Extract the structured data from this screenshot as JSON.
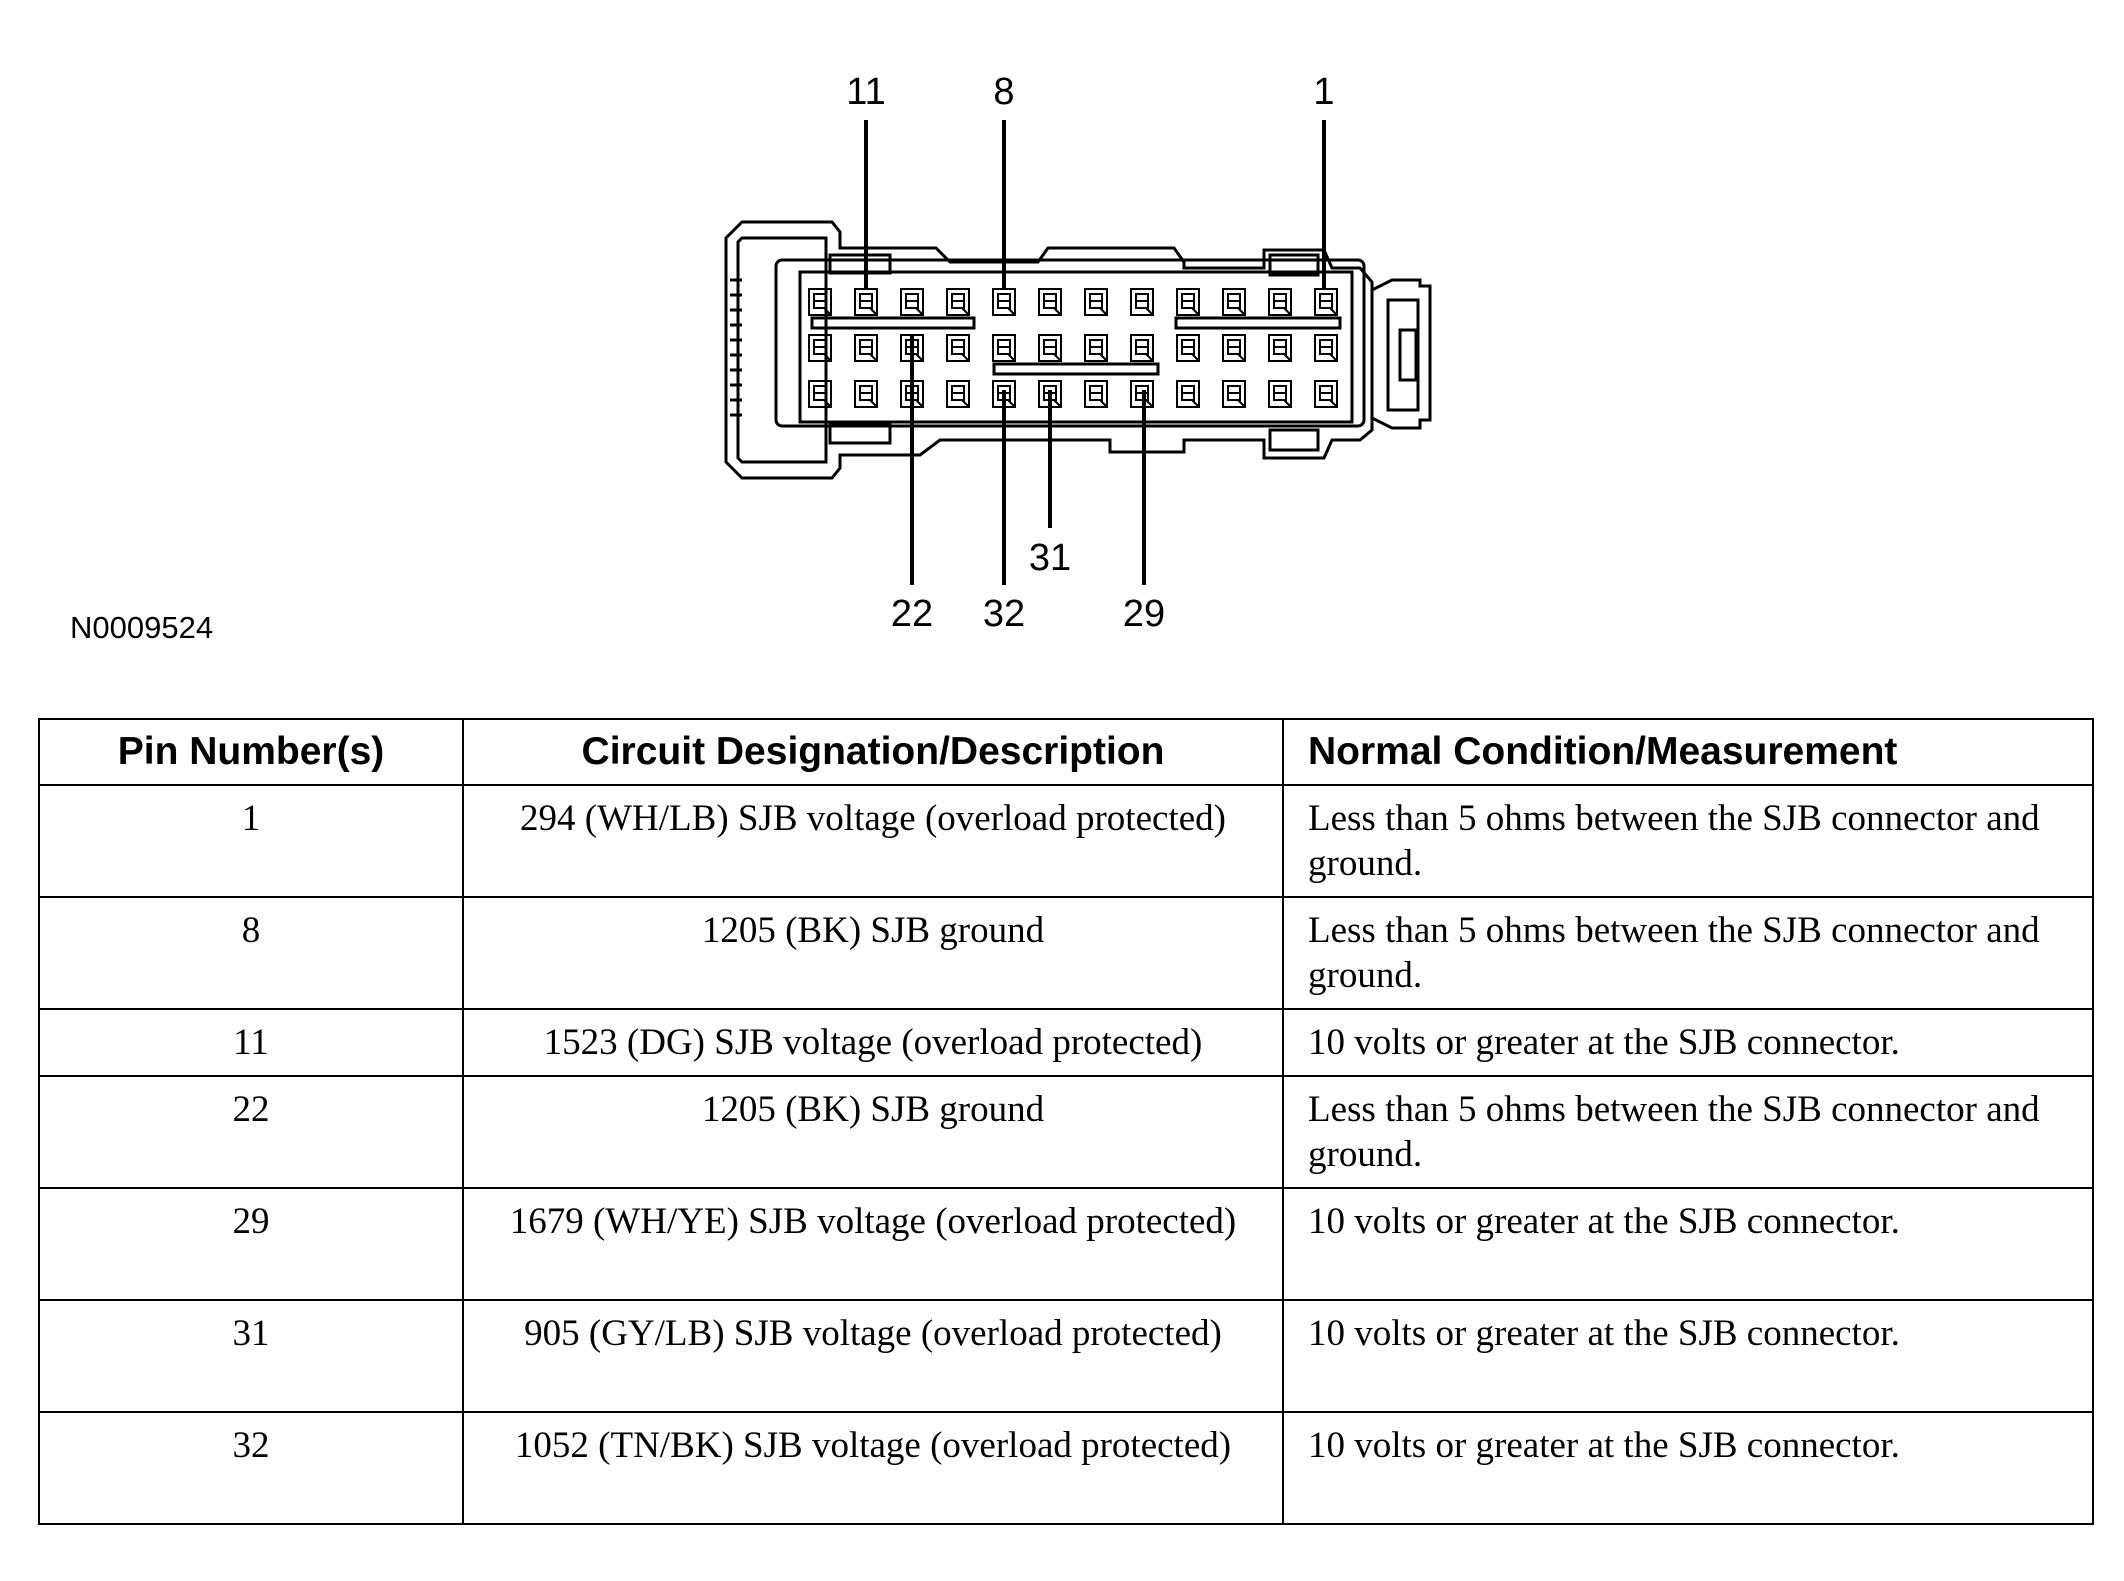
{
  "figure": {
    "id": "N0009524",
    "callouts": {
      "top": [
        "11",
        "8",
        "1"
      ],
      "bottom": [
        "22",
        "32",
        "31",
        "29"
      ]
    }
  },
  "table": {
    "headers": [
      "Pin Number(s)",
      "Circuit Designation/Description",
      "Normal Condition/Measurement"
    ],
    "rows": [
      {
        "pin": "1",
        "circuit": "294 (WH/LB) SJB voltage (overload protected)",
        "condition": "Less than 5 ohms between the SJB connector and ground."
      },
      {
        "pin": "8",
        "circuit": "1205 (BK) SJB ground",
        "condition": "Less than 5 ohms between the SJB connector and ground."
      },
      {
        "pin": "11",
        "circuit": "1523 (DG) SJB voltage (overload protected)",
        "condition": "10 volts or greater at the SJB connector."
      },
      {
        "pin": "22",
        "circuit": "1205 (BK) SJB ground",
        "condition": "Less than 5 ohms between the SJB connector and ground."
      },
      {
        "pin": "29",
        "circuit": "1679 (WH/YE) SJB voltage (overload protected)",
        "condition": "10 volts or greater at the SJB connector."
      },
      {
        "pin": "31",
        "circuit": "905 (GY/LB) SJB voltage (overload protected)",
        "condition": "10 volts or greater at the SJB connector."
      },
      {
        "pin": "32",
        "circuit": "1052 (TN/BK) SJB voltage (overload protected)",
        "condition": "10 volts or greater at the SJB connector."
      }
    ]
  }
}
